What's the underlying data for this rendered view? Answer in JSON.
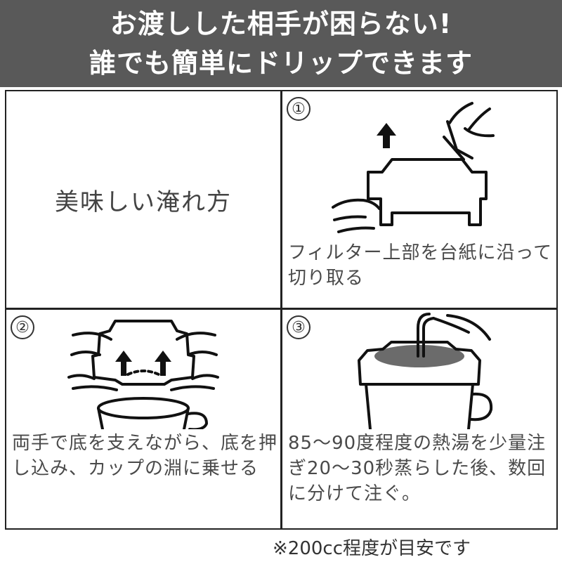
{
  "banner": {
    "line1": "お渡しした相手が困らない!",
    "line2": "誰でも簡単にドリップできます"
  },
  "intro": {
    "title": "美味しい淹れ方"
  },
  "steps": [
    {
      "number": "①",
      "text": "フィルター上部を台紙に沿って切り取る",
      "illustration": "tear-filter-illustration"
    },
    {
      "number": "②",
      "text": "両手で底を支えながら、底を押し込み、カップの淵に乗せる",
      "illustration": "mount-filter-illustration"
    },
    {
      "number": "③",
      "text": "85〜90度程度の熱湯を少量注ぎ20〜30秒蒸らした後、数回に分けて注ぐ。",
      "illustration": "pour-water-illustration"
    }
  ],
  "footnote": "※200cc程度が目安です",
  "colors": {
    "banner_bg": "#595959",
    "banner_text": "#ffffff",
    "grid_line": "#222222",
    "text": "#4a4a4a",
    "coffee": "#6b6b6b"
  }
}
